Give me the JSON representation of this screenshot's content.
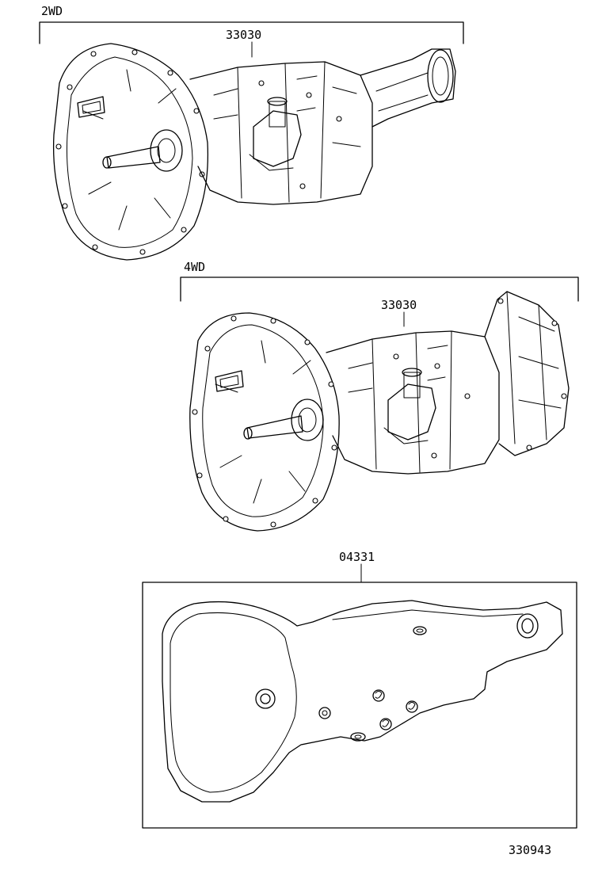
{
  "groups": [
    {
      "variant_label": "2WD",
      "part_number": "33030"
    },
    {
      "variant_label": "4WD",
      "part_number": "33030"
    }
  ],
  "gasket_kit": {
    "part_number": "04331"
  },
  "illustration_code": "330943"
}
